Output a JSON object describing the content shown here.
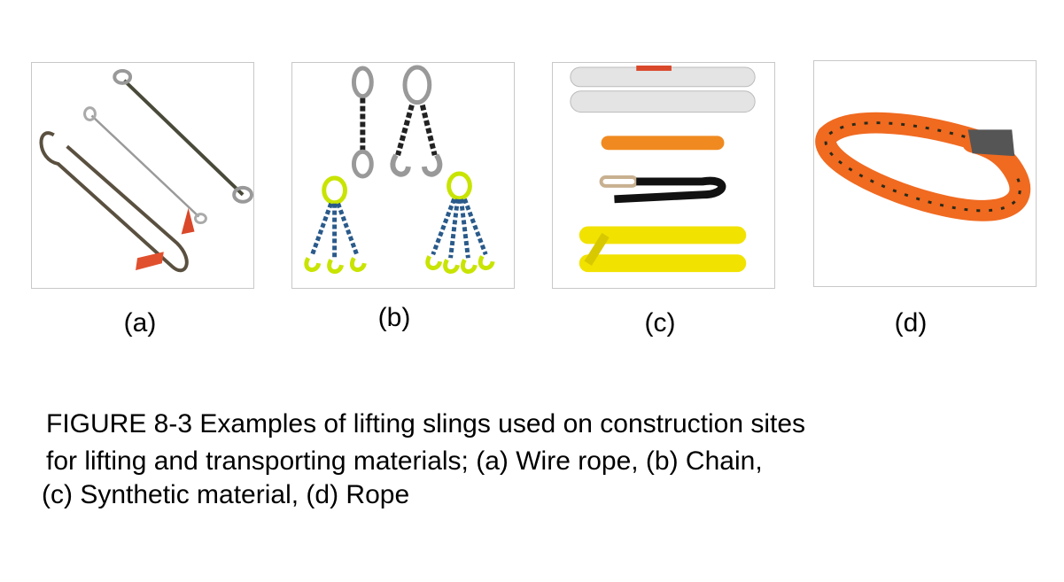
{
  "figure": {
    "panels": [
      {
        "label": "(a)",
        "icon": "wire-rope-sling"
      },
      {
        "label": "(b)",
        "icon": "chain-sling"
      },
      {
        "label": "(c)",
        "icon": "synthetic-sling"
      },
      {
        "label": "(d)",
        "icon": "rope-sling"
      }
    ],
    "caption": {
      "line1": "FIGURE 8-3 Examples of lifting slings used on construction sites",
      "line2": "for lifting and transporting materials; (a) Wire rope, (b) Chain,",
      "line3": "(c) Synthetic material, (d) Rope"
    }
  }
}
